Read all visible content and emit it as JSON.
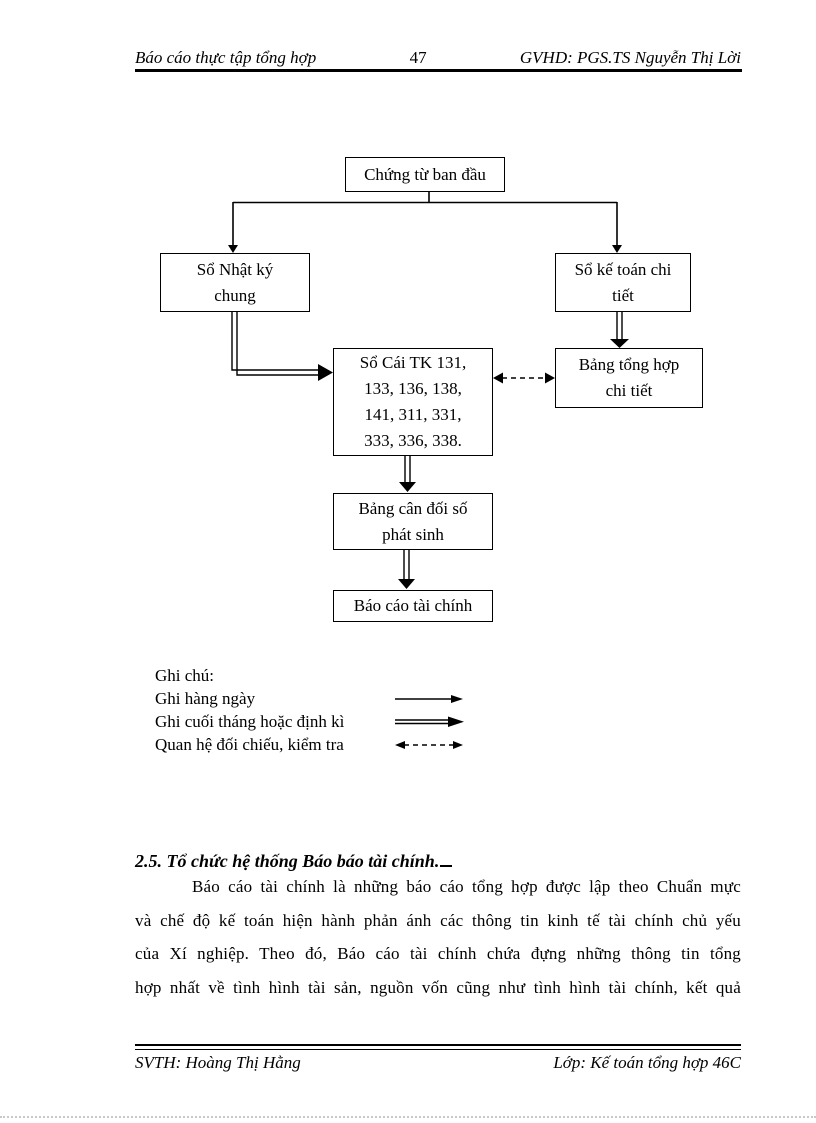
{
  "header": {
    "left": "Báo cáo thực tập tổng hợp",
    "page_number": "47",
    "right": "GVHD: PGS.TS Nguyễn Thị Lời"
  },
  "diagram": {
    "boxes": {
      "chung_tu": {
        "lines": [
          "Chứng từ ban đầu"
        ]
      },
      "nhat_ky": {
        "lines": [
          "Sổ Nhật ký",
          "chung"
        ]
      },
      "ke_toan_chi_tiet": {
        "lines": [
          "Sổ kế toán chi",
          "tiết"
        ]
      },
      "so_cai": {
        "lines": [
          "Sổ Cái TK 131,",
          "133, 136, 138,",
          "141, 311, 331,",
          "333, 336, 338."
        ]
      },
      "bang_tong_hop": {
        "lines": [
          "Bảng tổng hợp",
          "chi tiết"
        ]
      },
      "bang_can_doi": {
        "lines": [
          "Bảng cân đối số",
          "phát sinh"
        ]
      },
      "bao_cao": {
        "lines": [
          "Báo cáo tài chính"
        ]
      }
    },
    "legend": {
      "title": "Ghi chú:",
      "items": [
        {
          "label": "Ghi hàng ngày",
          "arrow": "solid-single-arrow"
        },
        {
          "label": "Ghi cuối tháng hoặc định kì",
          "arrow": "double-line-arrow"
        },
        {
          "label": "Quan hệ đối chiếu, kiểm tra",
          "arrow": "dashed-two-headed-arrow"
        }
      ]
    }
  },
  "section": {
    "heading": "2.5. Tổ chức hệ thống Báo báo tài chính.",
    "paragraph_lines": [
      "Báo cáo tài chính là những báo cáo tổng hợp được lập theo Chuẩn mực",
      "và chế độ kế toán hiện hành phản ánh các thông tin kinh tế tài chính chủ yếu",
      "của Xí nghiệp. Theo đó, Báo cáo tài chính chứa đựng những thông tin tổng",
      "hợp nhất về tình hình tài sản, nguồn vốn cũng như tình hình tài chính, kết quả"
    ]
  },
  "footer": {
    "left": "SVTH: Hoàng Thị Hằng",
    "right": "Lớp: Kế toán tổng hợp 46C"
  },
  "colors": {
    "ink": "#000000",
    "paper": "#ffffff",
    "dotted_guide": "#c8c8c8"
  }
}
